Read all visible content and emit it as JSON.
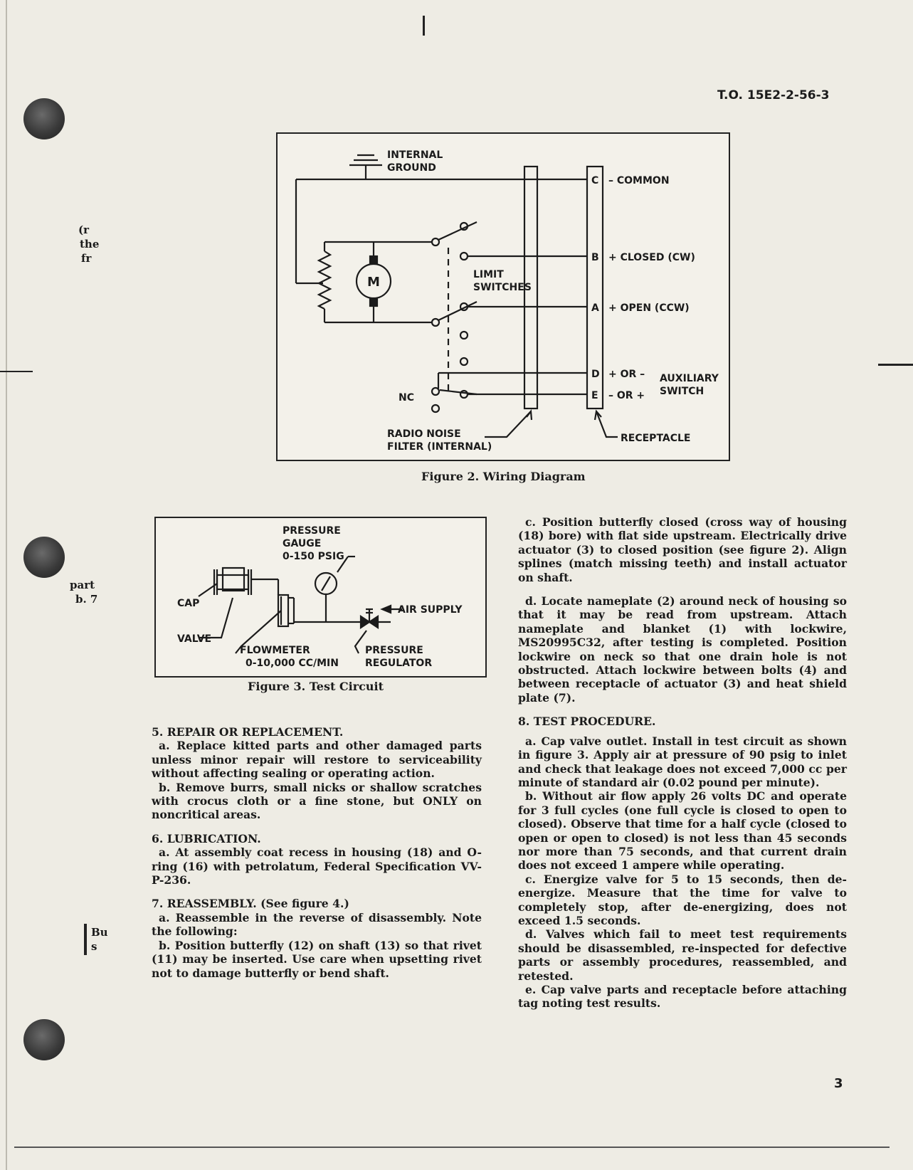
{
  "header": {
    "doc_id": "T.O. 15E2-2-56-3"
  },
  "margin_fragments": [
    "(r",
    "the",
    "fr",
    "part",
    "b. 7",
    "Bu",
    "s"
  ],
  "figure2": {
    "caption": "Figure 2. Wiring Diagram",
    "labels": {
      "internal": "INTERNAL",
      "ground": "GROUND",
      "motor": "M",
      "limit": "LIMIT",
      "switches": "SWITCHES",
      "nc": "NC",
      "radio_noise": "RADIO NOISE",
      "filter_internal": "FILTER (INTERNAL)",
      "receptacle": "RECEPTACLE",
      "auxiliary": "AUXILIARY",
      "switch": "SWITCH"
    },
    "pins": [
      {
        "letter": "C",
        "label": "– COMMON"
      },
      {
        "letter": "B",
        "label": "+ CLOSED (CW)"
      },
      {
        "letter": "A",
        "label": "+ OPEN (CCW)"
      },
      {
        "letter": "D",
        "label": "+ OR –"
      },
      {
        "letter": "E",
        "label": "– OR +"
      }
    ]
  },
  "figure3": {
    "caption": "Figure 3. Test Circuit",
    "labels": {
      "pressure": "PRESSURE",
      "gauge": "GAUGE",
      "gauge_range": "0-150 PSIG",
      "cap": "CAP",
      "valve": "VALVE",
      "air_supply": "AIR SUPPLY",
      "flowmeter": "FLOWMETER",
      "flow_range": "0-10,000 CC/MIN",
      "pressure2": "PRESSURE",
      "regulator": "REGULATOR"
    }
  },
  "left_column": [
    {
      "type": "heading",
      "text": "5. REPAIR OR REPLACEMENT."
    },
    {
      "type": "para",
      "text": "a. Replace kitted parts and other damaged parts unless minor repair will restore to serviceability without affecting sealing or operating action."
    },
    {
      "type": "para",
      "text": "b. Remove burrs, small nicks or shallow scratches with crocus cloth or a fine stone, but ONLY on noncritical areas."
    },
    {
      "type": "heading",
      "text": "6. LUBRICATION."
    },
    {
      "type": "para",
      "text": "a. At assembly coat recess in housing (18) and O-ring (16) with petrolatum, Federal Specification VV-P-236."
    },
    {
      "type": "heading",
      "text": "7. REASSEMBLY. (See figure 4.)"
    },
    {
      "type": "para",
      "text": "a. Reassemble in the reverse of disassembly. Note the following:"
    },
    {
      "type": "para",
      "text": "b. Position butterfly (12) on shaft (13) so that rivet (11) may be inserted. Use care when upsetting rivet not to damage butterfly or bend shaft."
    }
  ],
  "right_column": [
    {
      "type": "para",
      "text": "c. Position butterfly closed (cross way of housing (18) bore) with flat side upstream. Electrically drive actuator (3) to closed position (see figure 2). Align splines (match missing teeth) and install actuator on shaft."
    },
    {
      "type": "para",
      "text": "d. Locate nameplate (2) around neck of housing so that it may be read from upstream. Attach nameplate and blanket (1) with lockwire, MS20995C32, after testing is completed. Position lockwire on neck so that one drain hole is not obstructed. Attach lockwire between bolts (4) and between receptacle of actuator (3) and heat shield plate (7)."
    },
    {
      "type": "heading",
      "text": "8. TEST PROCEDURE."
    },
    {
      "type": "para",
      "text": "a. Cap valve outlet. Install in test circuit as shown in figure 3. Apply air at pressure of 90 psig to inlet and check that leakage does not exceed 7,000 cc per minute of standard air (0.02 pound per minute)."
    },
    {
      "type": "para",
      "text": "b. Without air flow apply 26 volts DC and operate for 3 full cycles (one full cycle is closed to open to closed). Observe that time for a half cycle (closed to open or open to closed) is not less than 45 seconds nor more than 75 seconds, and that current drain does not exceed 1 ampere while operating."
    },
    {
      "type": "para",
      "text": "c. Energize valve for 5 to 15 seconds, then de-energize. Measure that the time for valve to completely stop, after de-energizing, does not exceed 1.5 seconds."
    },
    {
      "type": "para",
      "text": "d. Valves which fail to meet test requirements should be disassembled, re-inspected for defective parts or assembly procedures, reassembled, and retested."
    },
    {
      "type": "para",
      "text": "e. Cap valve parts and receptacle before attaching tag noting test results."
    }
  ],
  "footer": {
    "page_number": "3"
  }
}
